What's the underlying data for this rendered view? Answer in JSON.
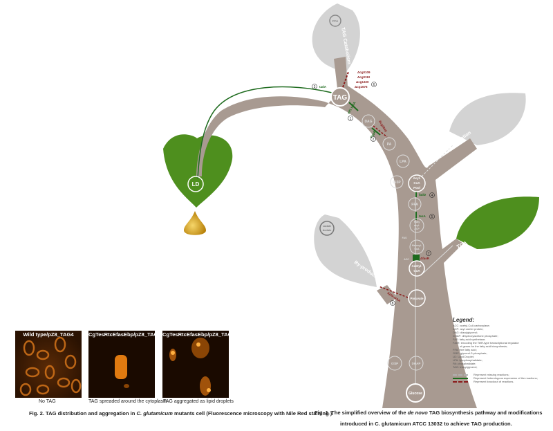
{
  "fig1": {
    "caption_line1_a": "Fig. 1. The simplified overview of the ",
    "caption_italic": "de novo",
    "caption_line1_b": " TAG biosynthesis pathway and modifications",
    "caption_line2": "introduced in C. glutamicum ATCC 13032 to achieve TAG production.",
    "nodes": {
      "tag": "TAG",
      "dag": "DAG",
      "pa": "PA",
      "lpa": "LPA",
      "gl3p": "Gl3P",
      "acyl_coa_1": "Acyl-",
      "acyl_coa_2": "CoA",
      "acyl_coa_3": "Pool",
      "ffa": "FFA",
      "fatty_1": "Fatty",
      "fatty_2": "acyl-",
      "fatty_3": "ACP",
      "malonyl_1": "Malonyl-",
      "malonyl_2": "CoA",
      "acetyl_1": "Acetyl-",
      "acetyl_2": "CoA",
      "pyruvate": "Pyruvate",
      "dhap": "DHAP",
      "gl3p_bottom": "Gl3P",
      "glucose": "Glucose",
      "ld": "LD",
      "ffa_leaf": "FFA",
      "lactate": "Lactate",
      "acetate": "Acetate"
    },
    "branches": {
      "catabolism": "TAG Catabolism",
      "beta": "β-Oxidation",
      "tca": "TCA",
      "byproduct": "By-product",
      "fas": "FAS",
      "acc": "ACC"
    },
    "genes": {
      "tada": "tadA",
      "atf1": "atf1 tadA",
      "plsb": "PgpB",
      "dag_ko": "Δcg2849",
      "cat1": "Δcg0109",
      "cat2": "Δcg0110",
      "cat3": "Δcg1320",
      "cat4": "Δcg1676",
      "fadd": "fadD",
      "tesa": "tesA",
      "fasr": "ΔfasR",
      "bp": "Δpta-ackA"
    },
    "steps": [
      "1",
      "2",
      "3",
      "4",
      "5",
      "6",
      "7",
      "8"
    ]
  },
  "legend": {
    "title": "Legend:",
    "items": [
      "ACC: acetyl-CoA carboxylase;",
      "ACP: acyl carrier protein;",
      "DAG: diacylglycerol;",
      "DHAP: dihydroxyacetone phosphate;",
      "FAS: fatty acid synthetase;",
      "FasR: encoding the TetR-type transcriptional regulator",
      "of genes for the fatty acid biosynthesis;",
      "FFA: free fatty acid;",
      "Gl3P: glycerol-3-phosphate;",
      "LD: Lipid Droplet;",
      "LPA: lysophosphatidate;",
      "PA: phosphatidate;",
      "TAG: triacylglycerol;"
    ],
    "lines": [
      {
        "label": "Represent missing reactions;",
        "color": "#b0b0b0"
      },
      {
        "label": "Represent heterologous expression of the reactions;",
        "color": "#1e6b1e"
      },
      {
        "label": "Represent knockout of reactions.",
        "color": "#8b1a1a"
      }
    ]
  },
  "fig2": {
    "panels": [
      {
        "title": "Wild type/pZ8_TAG4",
        "caption": "No TAG"
      },
      {
        "title": "CgTesRtcEfasEbp/pZ8_TAG4",
        "caption": "TAG spreaded around the cytoplasm"
      },
      {
        "title": "CgTesRtcEfasEbp/pZ8_TAG4",
        "caption": "TAG aggregated as lipid droplets"
      }
    ],
    "caption_a": "Fig. 2.  TAG distribution and aggregation in ",
    "caption_italic": "C. glutamicum",
    "caption_b": " mutants cell (Fluorescence microscopy with Nile Red staining )."
  },
  "colors": {
    "trunk": "#a89a91",
    "green": "#4e8f1e",
    "gray_leaf": "#d0d0d0",
    "ko": "#8b1a1a",
    "expr": "#1e6b1e"
  }
}
